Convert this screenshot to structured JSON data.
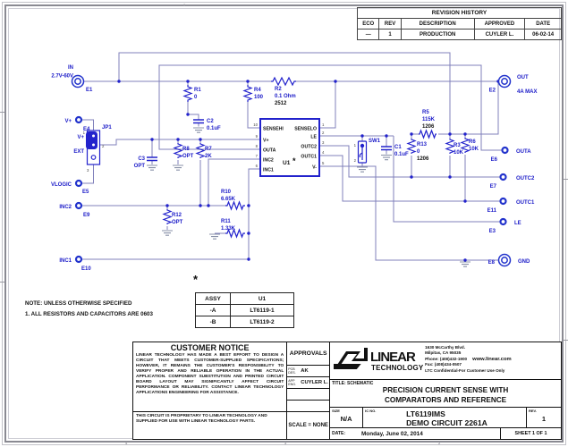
{
  "colors": {
    "wire": "#8080bb",
    "component": "#2222cc",
    "label_blue": "#1a1ac8",
    "ground": "#8890a8"
  },
  "revision_history": {
    "title": "REVISION HISTORY",
    "columns": [
      "ECO",
      "REV",
      "DESCRIPTION",
      "APPROVED",
      "DATE"
    ],
    "row": {
      "eco": "—",
      "rev": "1",
      "description": "PRODUCTION",
      "approved": "CUYLER L.",
      "date": "06-02-14"
    }
  },
  "terminals": {
    "e1": {
      "name": "IN",
      "detail": "2.7V-60V",
      "ref": "E1"
    },
    "e2": {
      "name": "OUT",
      "detail": "4A MAX",
      "ref": "E2"
    },
    "e4": {
      "name": "V+",
      "ref": "E4"
    },
    "e5": {
      "name": "VLOGIC",
      "ref": "E5"
    },
    "e9": {
      "name": "INC2",
      "ref": "E9"
    },
    "e10": {
      "name": "INC1",
      "ref": "E10"
    },
    "e6": {
      "name": "OUTA",
      "ref": "E6"
    },
    "e7": {
      "name": "OUTC2",
      "ref": "E7"
    },
    "e11": {
      "name": "OUTC1",
      "ref": "E11"
    },
    "e3": {
      "name": "LE",
      "ref": "E3"
    },
    "e8": {
      "name": "GND",
      "ref": "E8"
    }
  },
  "components": {
    "r1": {
      "ref": "R1",
      "value": "0"
    },
    "r4": {
      "ref": "R4",
      "value": "100"
    },
    "r2": {
      "ref": "R2",
      "value": "0.1 Ohm",
      "size": "2512"
    },
    "c2": {
      "ref": "C2",
      "value": "0.1uF"
    },
    "c3": {
      "ref": "C3",
      "value": "OPT"
    },
    "r8": {
      "ref": "R8",
      "value": "OPT"
    },
    "r7": {
      "ref": "R7",
      "value": "2K"
    },
    "r12": {
      "ref": "R12",
      "value": "OPT"
    },
    "r10": {
      "ref": "R10",
      "value": "6.65K"
    },
    "r11": {
      "ref": "R11",
      "value": "1.33K"
    },
    "jp1": {
      "ref": "JP1",
      "pin1": "1",
      "pin2": "2",
      "pin3": "3",
      "pos1": "V+",
      "pos2": "EXT"
    },
    "sw1": {
      "ref": "SW1",
      "pin1": "1",
      "pin2": "2"
    },
    "c1": {
      "ref": "C1",
      "value": "0.1uF"
    },
    "r5": {
      "ref": "R5",
      "value": "115K",
      "size": "1206"
    },
    "r13": {
      "ref": "R13",
      "value": "0",
      "size": "1206"
    },
    "r3": {
      "ref": "R3",
      "value": "10K"
    },
    "r6": {
      "ref": "R6",
      "value": "10K"
    }
  },
  "ic": {
    "ref": "U1",
    "star": "*",
    "left_pins": [
      {
        "num": "10",
        "name": "SENSEHI"
      },
      {
        "num": "9",
        "name": "V+"
      },
      {
        "num": "8",
        "name": "OUTA"
      },
      {
        "num": "7",
        "name": "INC2"
      },
      {
        "num": "6",
        "name": "INC1"
      }
    ],
    "right_pins": [
      {
        "num": "1",
        "name": "SENSELO"
      },
      {
        "num": "2",
        "name": "LE"
      },
      {
        "num": "3",
        "name": "OUTC2"
      },
      {
        "num": "4",
        "name": "OUTC1"
      },
      {
        "num": "5",
        "name": "V-"
      }
    ]
  },
  "note": {
    "line1": "NOTE: UNLESS OTHERWISE SPECIFIED",
    "line2": "1.  ALL RESISTORS AND CAPACITORS ARE 0603"
  },
  "assy_table": {
    "star": "*",
    "columns": [
      "ASSY",
      "U1"
    ],
    "rows": [
      [
        "-A",
        "LT6119-1"
      ],
      [
        "-B",
        "LT6119-2"
      ]
    ]
  },
  "customer_notice": {
    "title": "CUSTOMER NOTICE",
    "body": "LINEAR TECHNOLOGY HAS MADE A BEST EFFORT TO DESIGN A CIRCUIT THAT MEETS CUSTOMER-SUPPLIED SPECIFICATIONS; HOWEVER, IT REMAINS THE CUSTOMER'S RESPONSIBILITY TO VERIFY PROPER AND RELIABLE OPERATION IN THE ACTUAL APPLICATION.  COMPONENT SUBSTITUTION AND PRINTED CIRCUIT BOARD LAYOUT MAY SIGNIFICANTLY AFFECT CIRCUIT PERFORMANCE OR RELIABILITY.  CONTACT LINEAR TECHNOLOGY APPLICATIONS ENGINEERING FOR ASSISTANCE.",
    "footer": "THIS CIRCUIT IS PROPRIETARY TO LINEAR TECHNOLOGY AND SUPPLIED FOR USE WITH LINEAR TECHNOLOGY PARTS."
  },
  "approvals": {
    "title": "APPROVALS",
    "row1_label": "PCB DES.",
    "row1_value": "AK",
    "row2_label": "APP ENG.",
    "row2_value": "CUYLER L.",
    "scale": "SCALE = NONE"
  },
  "brand": {
    "name_top": "LINEAR",
    "name_bottom": "TECHNOLOGY",
    "address1": "1630 McCarthy Blvd.",
    "address2": "Milpitas, CA 95035",
    "phone": "Phone: (408)432-1900",
    "web": "www.linear.com",
    "fax": "Fax: (408)434-0507",
    "confidential": "LTC Confidential-For Customer Use Only"
  },
  "title_block": {
    "title_label": "TITLE:  SCHEMATIC",
    "title_line1": "PRECISION CURRENT SENSE WITH",
    "title_line2": "COMPARATORS AND REFERENCE",
    "size_label": "SIZE",
    "size_value": "N/A",
    "icno_label": "IC NO.",
    "part": "LT6119IMS",
    "demo": "DEMO CIRCUIT 2261A",
    "rev_label": "REV.",
    "rev_value": "1",
    "date_label": "DATE:",
    "date_value": "Monday, June 02, 2014",
    "sheet": "SHEET   1   OF   1"
  }
}
